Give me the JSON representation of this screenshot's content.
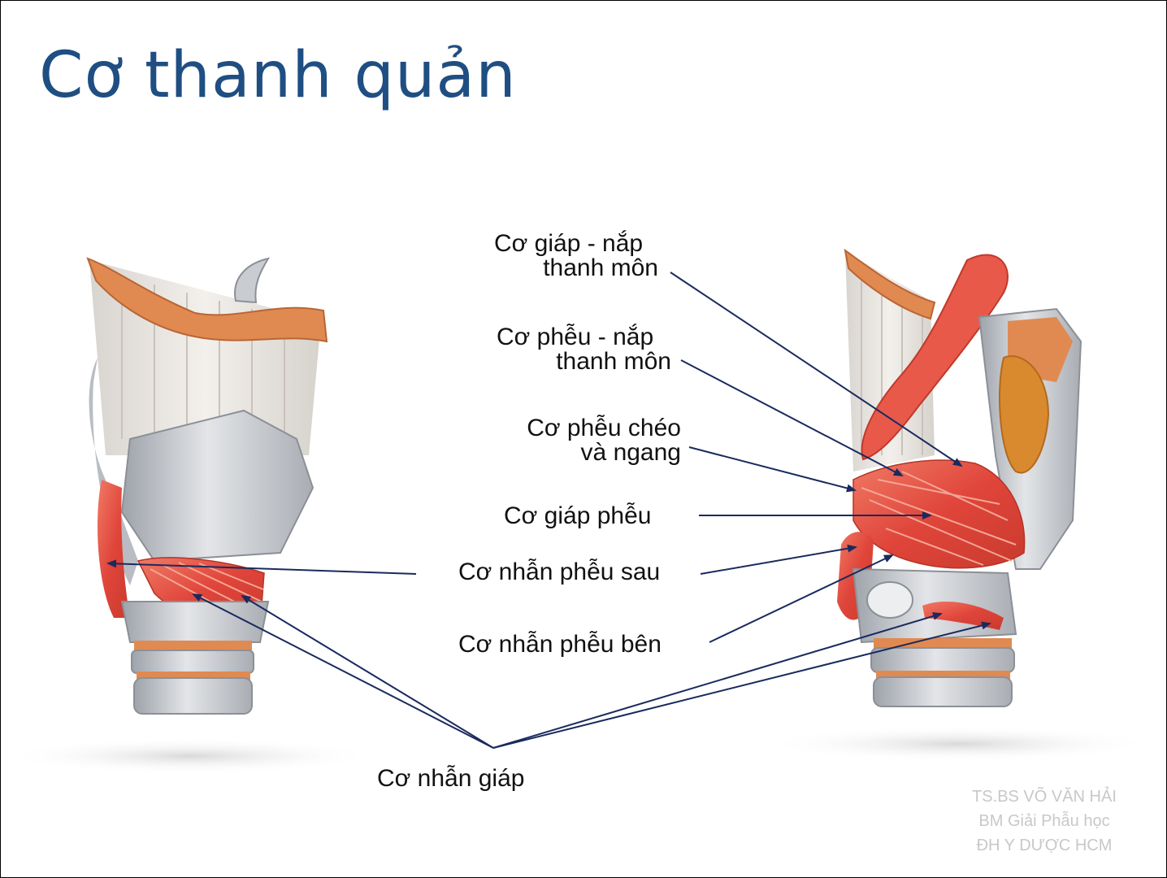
{
  "title": "Cơ thanh quản",
  "labels": {
    "giap_nap_1": "Cơ giáp - nắp",
    "giap_nap_2": "thanh môn",
    "pheu_nap_1": "Cơ phễu - nắp",
    "pheu_nap_2": "thanh môn",
    "pheu_cheo_1": "Cơ phễu chéo",
    "pheu_cheo_2": "và ngang",
    "giap_pheu": "Cơ giáp phễu",
    "nhan_pheu_sau": "Cơ nhẫn phễu sau",
    "nhan_pheu_ben": "Cơ nhẫn phễu bên",
    "nhan_giap": "Cơ nhẫn giáp"
  },
  "credit": {
    "line1": "TS.BS VÕ VĂN HẢI",
    "line2": "BM Giải Phẫu học",
    "line3": "ĐH Y DƯỢC HCM"
  },
  "colors": {
    "title": "#1f4e82",
    "arrow": "#1a2a5e",
    "muscle": "#e0503c",
    "cartilage": "#c9ccd1",
    "bone": "#e08850"
  }
}
